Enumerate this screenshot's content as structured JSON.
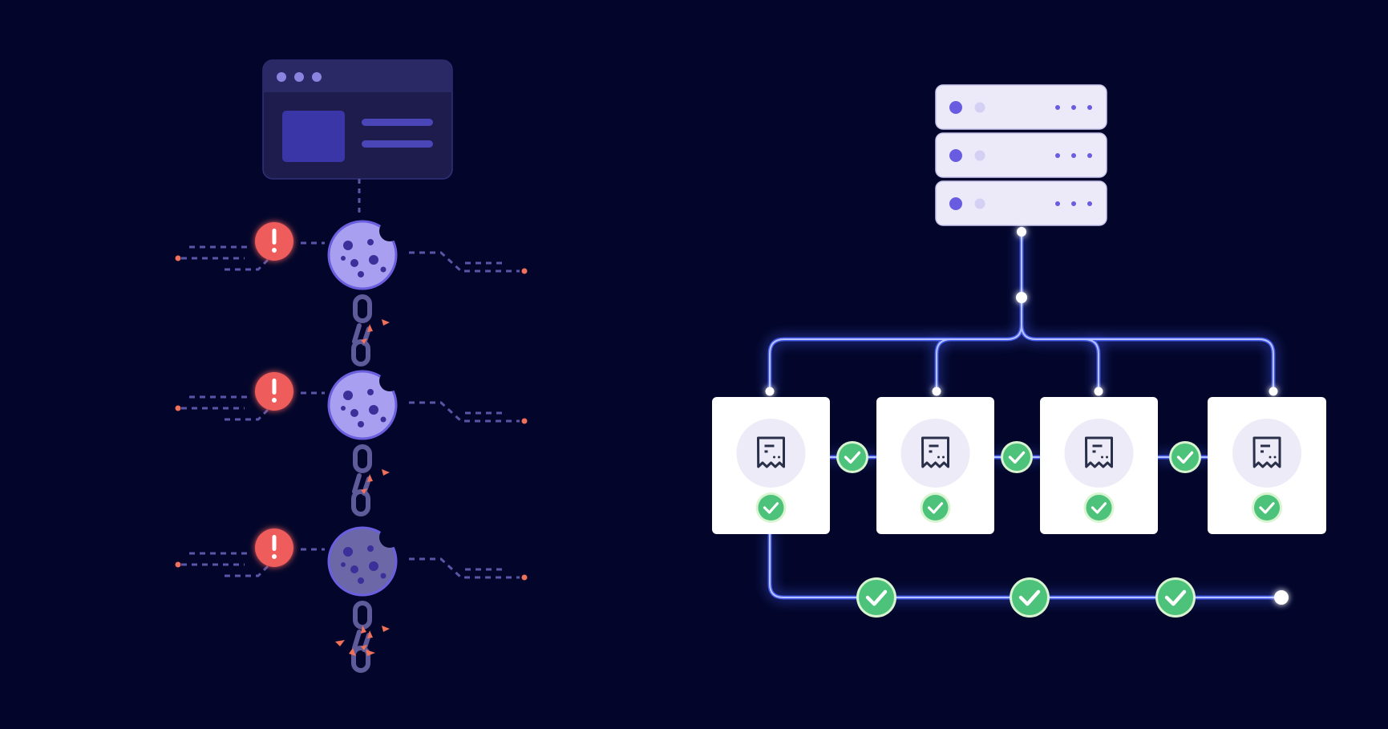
{
  "colors": {
    "background": "#03062a",
    "browser_frame": "#1d1c4d",
    "browser_bar": "#2b2866",
    "browser_accent": "#3a36a8",
    "browser_line": "#4a46b8",
    "cookie_fill": "#a99ff0",
    "cookie_fill_dim": "#6c68a8",
    "cookie_stroke": "#6b5fe0",
    "cookie_chip": "#3b2f9a",
    "chain": "#5f5a99",
    "dotted": "#5a55a8",
    "alert_red": "#ef5b5b",
    "spark_orange": "#f0705a",
    "server_body": "#eceaf9",
    "server_led": "#6a5ce0",
    "connector_blue": "#5a72ff",
    "connector_glow": "#8aa0ff",
    "card_body": "#ffffff",
    "icon_circle": "#ecebf7",
    "icon_stroke": "#2a2f4a",
    "check_green": "#4cc27a",
    "check_ring": "#d8f4d0"
  },
  "icons": {
    "browser": "browser-window-icon",
    "cookie": "cookie-icon",
    "alert": "exclamation-alert-icon",
    "chain": "broken-chain-link-icon",
    "server": "server-stack-icon",
    "receipt": "receipt-icon",
    "check": "checkmark-icon"
  },
  "left_panel": {
    "cookies": [
      {
        "state": "active"
      },
      {
        "state": "active"
      },
      {
        "state": "dimmed"
      }
    ]
  },
  "right_panel": {
    "server_units": 3,
    "cards": 4
  }
}
